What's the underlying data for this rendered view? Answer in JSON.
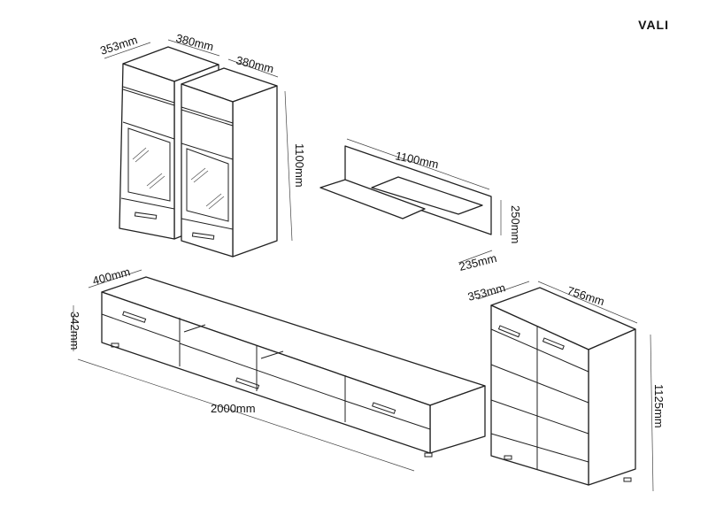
{
  "brand": "VALI",
  "dimensions": {
    "wall_cabinet_depth": "353mm",
    "wall_cabinet_1_width": "380mm",
    "wall_cabinet_2_width": "380mm",
    "wall_cabinet_height": "1100mm",
    "shelf_width": "1100mm",
    "shelf_height": "250mm",
    "shelf_depth": "235mm",
    "tv_stand_depth": "400mm",
    "tv_stand_height": "342mm",
    "tv_stand_width": "2000mm",
    "chest_depth": "353mm",
    "chest_width": "756mm",
    "chest_height": "1125mm"
  }
}
